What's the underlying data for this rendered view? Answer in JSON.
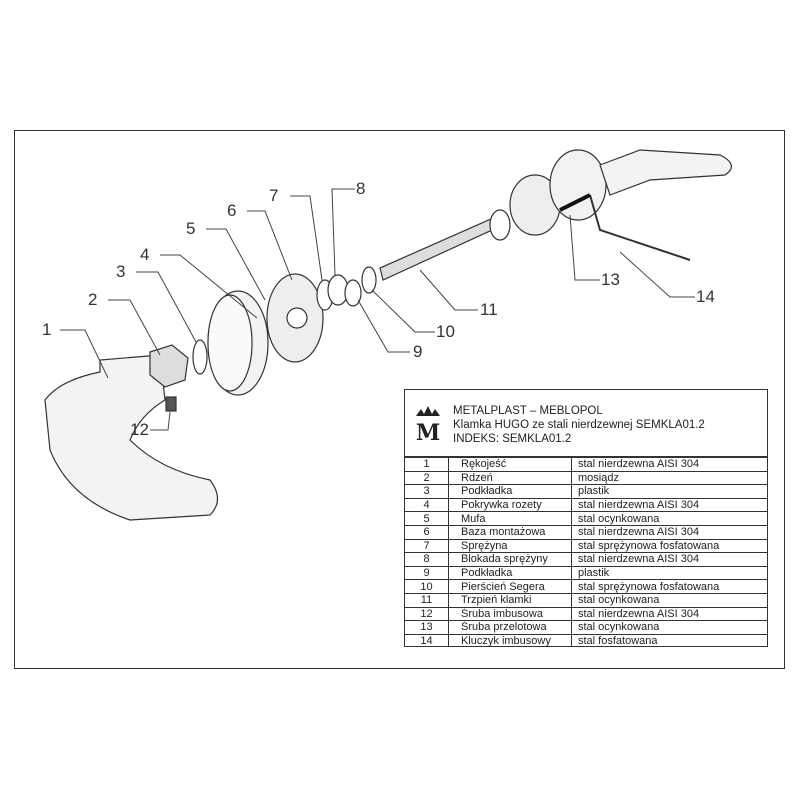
{
  "callouts": [
    "1",
    "2",
    "3",
    "4",
    "5",
    "6",
    "7",
    "8",
    "9",
    "10",
    "11",
    "12",
    "13",
    "14"
  ],
  "title_block": {
    "company": "METALPLAST – MEBLOPOL",
    "product": "Klamka HUGO ze stali nierdzewnej SEMKLA01.2",
    "index": "INDEKS: SEMKLA01.2",
    "logo_letter": "M"
  },
  "parts": [
    {
      "no": "1",
      "name": "Rękojeść",
      "material": "stal nierdzewna AISI 304"
    },
    {
      "no": "2",
      "name": "Rdzeń",
      "material": "mosiądz"
    },
    {
      "no": "3",
      "name": "Podkładka",
      "material": "plastik"
    },
    {
      "no": "4",
      "name": "Pokrywka rozety",
      "material": "stal nierdzewna AISI 304"
    },
    {
      "no": "5",
      "name": "Mufa",
      "material": "stal ocynkowana"
    },
    {
      "no": "6",
      "name": "Baza montażowa",
      "material": "stal nierdzewna AISI 304"
    },
    {
      "no": "7",
      "name": "Sprężyna",
      "material": "stal sprężynowa fosfatowana"
    },
    {
      "no": "8",
      "name": "Blokada sprężyny",
      "material": "stal nierdzewna AISI 304"
    },
    {
      "no": "9",
      "name": "Podkładka",
      "material": "plastik"
    },
    {
      "no": "10",
      "name": "Pierścień Segera",
      "material": "stal sprężynowa fosfatowana"
    },
    {
      "no": "11",
      "name": "Trzpień klamki",
      "material": "stal ocynkowana"
    },
    {
      "no": "12",
      "name": "Śruba imbusowa",
      "material": "stal nierdzewna AISI 304"
    },
    {
      "no": "13",
      "name": "Śruba przelotowa",
      "material": "stal ocynkowana"
    },
    {
      "no": "14",
      "name": "Kluczyk imbusowy",
      "material": "stal fosfatowana"
    }
  ]
}
